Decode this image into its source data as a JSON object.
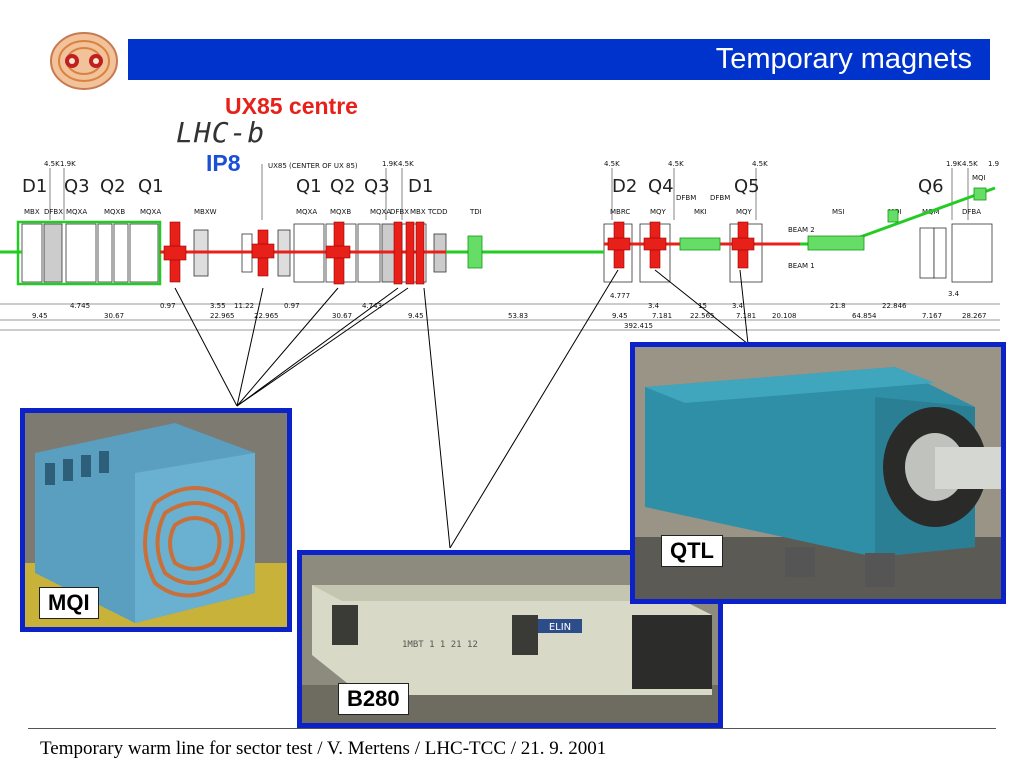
{
  "header": {
    "title": "Temporary magnets"
  },
  "labels": {
    "ux85": "UX85 centre",
    "lhcb": "LHC-b",
    "ip8": "IP8"
  },
  "layout_labels": {
    "magnets": [
      "D1",
      "Q3",
      "Q2",
      "Q1",
      "Q1",
      "Q2",
      "Q3",
      "D1",
      "D2",
      "Q4",
      "Q5",
      "Q6"
    ],
    "elements": [
      "MBX",
      "DFBX",
      "MQXA",
      "MQXB",
      "MQXA",
      "MBXW",
      "MQXA",
      "MQXB",
      "MQXA",
      "DFBX",
      "MBX",
      "TCDD",
      "TDI",
      "MBRC",
      "MQY",
      "DFBM",
      "MKI",
      "DFBM",
      "MQY",
      "MSI",
      "MQI",
      "MQM",
      "DFBA",
      "MQI"
    ],
    "ux85_note": "UX85 (CENTER OF UX 85)",
    "temps": [
      "4.5K",
      "1.9K",
      "1.9K",
      "4.5K",
      "4.5K",
      "4.5K",
      "4.5K",
      "1.9K",
      "4.5K",
      "1.9"
    ],
    "beams": [
      "BEAM 2",
      "BEAM 1"
    ],
    "distances_row1": [
      "9.45",
      "30.67",
      "22.965",
      "22.965",
      "30.67",
      "9.45",
      "53.83",
      "9.45",
      "7.181",
      "22.565",
      "7.181",
      "20.108",
      "64.854",
      "7.167",
      "28.267"
    ],
    "distances_row2": [
      "4.745",
      "0.97",
      "3.55",
      "11.22",
      "0.97",
      "4.743",
      "4.777",
      "3.4",
      "15",
      "3.4",
      "21.8",
      "22.846",
      "3.4"
    ],
    "total": "392.415"
  },
  "photos": [
    {
      "id": "mqi",
      "caption": "MQI"
    },
    {
      "id": "b280",
      "caption": "B280"
    },
    {
      "id": "qtl",
      "caption": "QTL"
    }
  ],
  "photo_text": {
    "elin": "ELIN",
    "b280_plate": "1MBT 1 1 21 12"
  },
  "footer": {
    "text": "Temporary warm line for sector test / V. Mertens / LHC-TCC / 21. 9. 2001"
  },
  "colors": {
    "title_bar": "#0033cc",
    "ux85": "#e8201a",
    "ip8": "#1a4fd6",
    "photo_border": "#0a22c8",
    "beam_red": "#e8201a",
    "beam_green": "#22cc22"
  }
}
